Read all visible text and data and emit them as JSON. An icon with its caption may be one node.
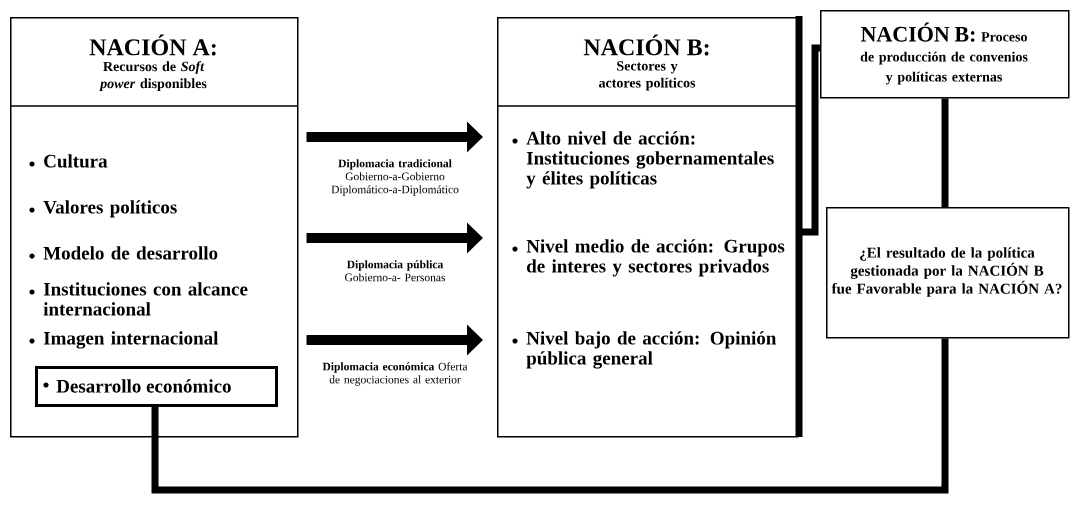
{
  "diagram": {
    "nodes": [
      {
        "text": [
          "NACIÓN A:",
          "Recursos de *Soft power* disponibles",
          "Cultura",
          "Valores políticos",
          "Modelo de desarrollo",
          "Instituciones con alcance internacional",
          "Imagen internacional"
        ]
      },
      {
        "text": [
          "Desarrollo económico"
        ],
        "in": 0
      },
      {
        "text": [
          "NACIÓN B:",
          "Sectores y actores políticos",
          "Alto nivel de acción: Instituciones gobernamentales y élites políticas",
          "Nivel medio de acción: Grupos de interes y sectores privados",
          "Nivel bajo de acción: Opinión pública general"
        ]
      },
      {
        "text": [
          "NACIÓN B:",
          "Proceso de producción de convenios y políticas externas"
        ]
      },
      {
        "text": [
          "¿El resultado de la política gestionada por la NACIÓN B fue Favorable para la NACIÓN A?"
        ]
      }
    ],
    "edges": [
      {
        "from": 0,
        "to": 2,
        "arrow": "to",
        "label": "**Diplomacia tradicional** Gobierno-a-Gobierno Diplomático-a-Diplomático"
      },
      {
        "from": 0,
        "to": 2,
        "arrow": "to",
        "label": "**Diplomacia pública** Gobierno-a- Personas"
      },
      {
        "from": 0,
        "to": 2,
        "arrow": "to",
        "label": "**Diplomacia económica** Oferta de negociaciones al exterior"
      },
      {
        "from": 2,
        "to": 3,
        "arrow": "none"
      },
      {
        "from": 3,
        "to": 4,
        "arrow": "none"
      },
      {
        "from": 4,
        "to": 1,
        "arrow": "none"
      }
    ]
  }
}
